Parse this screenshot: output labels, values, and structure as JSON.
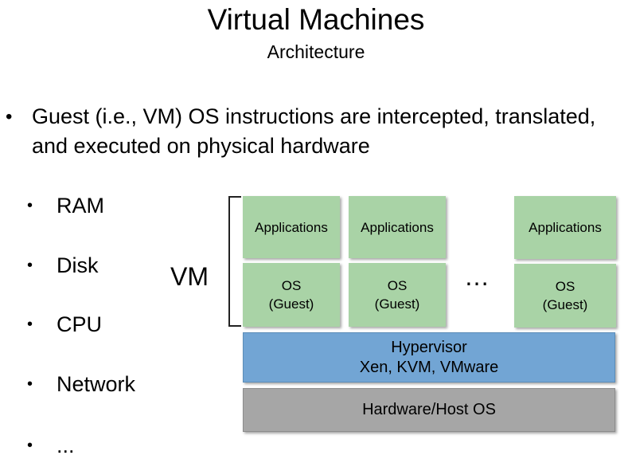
{
  "title": "Virtual Machines",
  "subtitle": "Architecture",
  "main_bullet": "Guest (i.e., VM) OS instructions are intercepted, translated, and executed on physical hardware",
  "sub_items": [
    "RAM",
    "Disk",
    "CPU",
    "Network",
    "..."
  ],
  "bullet_glyph": "•",
  "diagram": {
    "vm_label": "VM",
    "ellipsis": "…",
    "vms": [
      {
        "app": "Applications",
        "os": "OS",
        "os_sub": "(Guest)"
      },
      {
        "app": "Applications",
        "os": "OS",
        "os_sub": "(Guest)"
      },
      {
        "app": "Applications",
        "os": "OS",
        "os_sub": "(Guest)"
      }
    ],
    "hypervisor": {
      "title": "Hypervisor",
      "examples": "Xen, KVM, VMware"
    },
    "hardware": "Hardware/Host OS",
    "colors": {
      "vm_box": "#a9d3a6",
      "hypervisor": "#72a5d4",
      "hardware": "#a6a6a6"
    }
  }
}
